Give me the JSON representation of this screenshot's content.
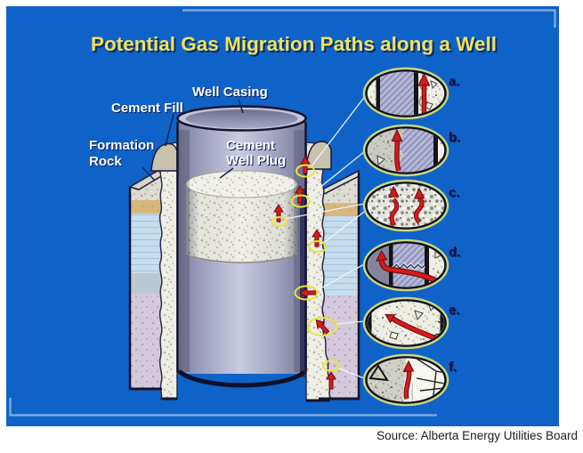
{
  "slide": {
    "title": "Potential Gas Migration Paths along a Well",
    "source_caption": "Source: Alberta Energy Utilities Board",
    "colors": {
      "slide_background": "#0F62C8",
      "frame_line": "#86ADDF",
      "title_yellow": "#F0E25A",
      "title_shadow_navy": "#0A2A66",
      "outline_navy": "#14142E",
      "casing_lavender": "#B6B8D8",
      "cement_speckle": "#EFEEE5",
      "arrow_red": "#D41B1B",
      "highlight_yellow": "#E9E43C"
    }
  },
  "diagram": {
    "labels": {
      "well_casing": "Well Casing",
      "cement_fill": "Cement Fill",
      "formation_rock_line1": "Formation",
      "formation_rock_line2": "Rock",
      "cement_plug_line1": "Cement",
      "cement_plug_line2": "Well Plug"
    },
    "callouts": [
      {
        "letter": "a."
      },
      {
        "letter": "b."
      },
      {
        "letter": "c."
      },
      {
        "letter": "d."
      },
      {
        "letter": "e."
      },
      {
        "letter": "f."
      }
    ]
  }
}
